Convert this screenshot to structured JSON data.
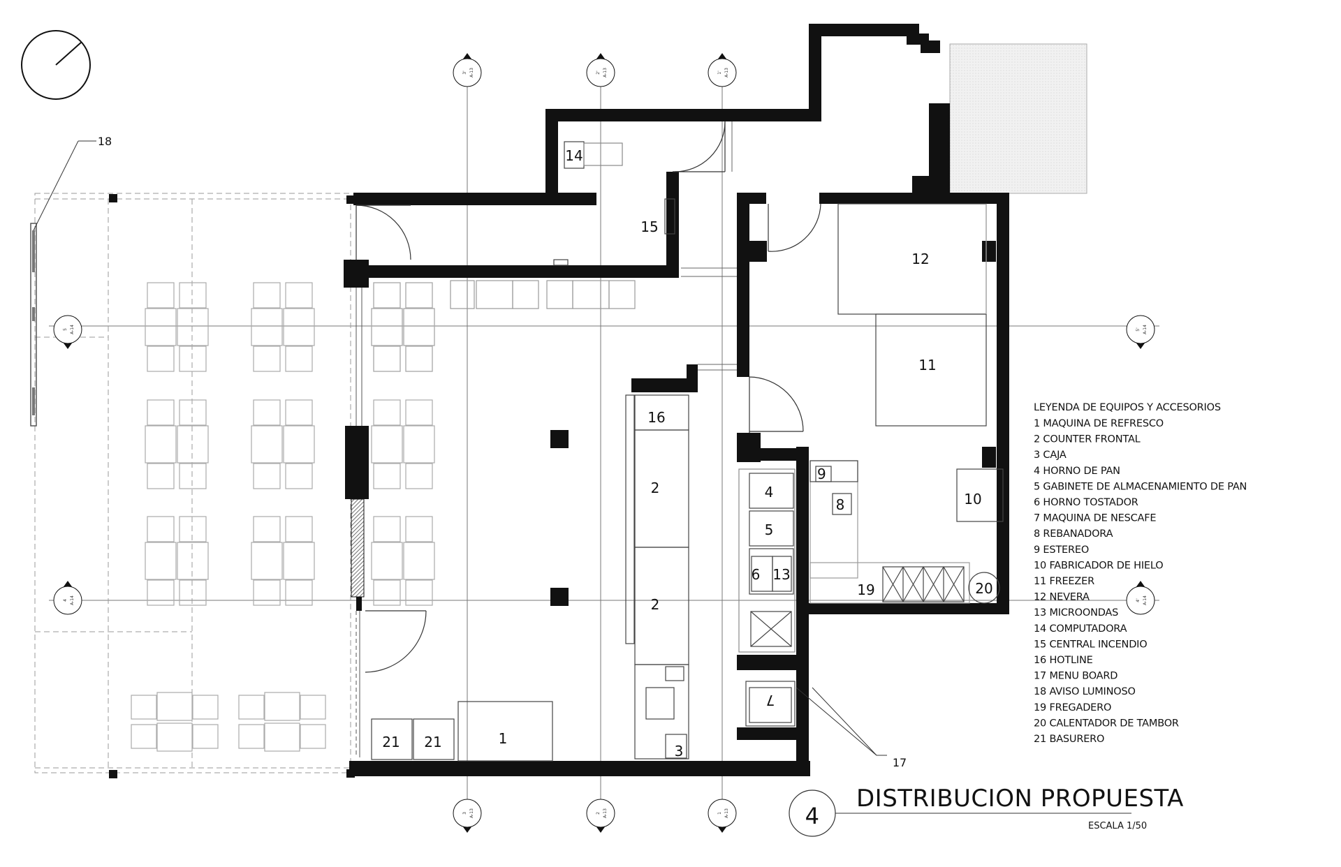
{
  "title": "DISTRIBUCION PROPUESTA",
  "scale": "ESCALA 1/50",
  "drawing_number": "4",
  "legend": {
    "title": "LEYENDA DE EQUIPOS Y ACCESORIOS",
    "items": [
      "1 MAQUINA DE REFRESCO",
      "2 COUNTER FRONTAL",
      "3 CAJA",
      "4 HORNO DE PAN",
      "5 GABINETE DE ALMACENAMIENTO DE PAN",
      "6 HORNO TOSTADOR",
      "7 MAQUINA DE NESCAFE",
      "8 REBANADORA",
      "9 ESTEREO",
      "10 FABRICADOR DE HIELO",
      "11 FREEZER",
      "12 NEVERA",
      "13 MICROONDAS",
      "14 COMPUTADORA",
      "15 CENTRAL INCENDIO",
      "16 HOTLINE",
      "17 MENU BOARD",
      "18 AVISO LUMINOSO",
      "19 FREGADERO",
      "20 CALENTADOR DE TAMBOR",
      "21 BASURERO"
    ]
  },
  "equipment_tags": {
    "e1": "1",
    "e2a": "2",
    "e2b": "2",
    "e3": "3",
    "e4": "4",
    "e5": "5",
    "e6": "6",
    "e7": "7",
    "e8": "8",
    "e9": "9",
    "e10": "10",
    "e11": "11",
    "e12": "12",
    "e13": "13",
    "e14": "14",
    "e15": "15",
    "e16": "16",
    "e17": "17",
    "e18": "18",
    "e19": "19",
    "e20": "20",
    "e21a": "21",
    "e21b": "21"
  },
  "section_marks": {
    "top1": [
      "3'",
      "A-13"
    ],
    "top2": [
      "2'",
      "A-13"
    ],
    "top3": [
      "1'",
      "A-13"
    ],
    "bot1": [
      "3",
      "A-13"
    ],
    "bot2": [
      "2",
      "A-13"
    ],
    "bot3": [
      "1",
      "A-13"
    ],
    "left1": [
      "5",
      "A-14"
    ],
    "left2": [
      "4",
      "A-14"
    ],
    "right1": [
      "5'",
      "A-14"
    ],
    "right2": [
      "4'",
      "A-14"
    ]
  }
}
